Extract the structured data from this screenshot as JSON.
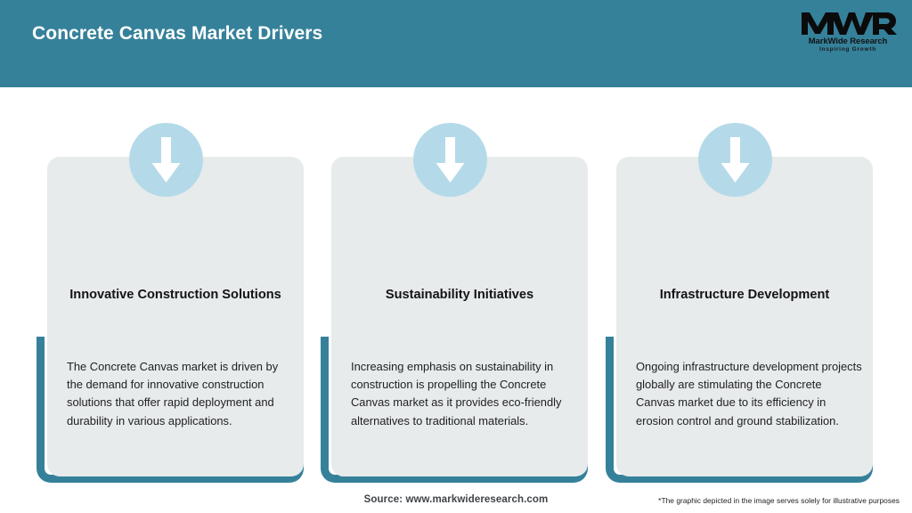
{
  "header": {
    "title": "Concrete Canvas Market Drivers",
    "background_color": "#35819A",
    "title_color": "#FFFFFF"
  },
  "logo": {
    "mark": "MWR",
    "name": "MarkWide Research",
    "tagline": "Inspiring Growth"
  },
  "theme": {
    "accent_teal": "#35819A",
    "card_fill": "#E7EBEC",
    "icon_circle": "#B4DAE9",
    "arrow_color": "#FFFFFF",
    "title_color": "#141414",
    "body_color": "#222222"
  },
  "cards": [
    {
      "icon": "down-arrow-icon",
      "title": "Innovative Construction Solutions",
      "body": "The Concrete Canvas market is driven by the demand for innovative construction solutions that offer rapid deployment and durability in various applications."
    },
    {
      "icon": "down-arrow-icon",
      "title": "Sustainability Initiatives",
      "body": "Increasing emphasis on sustainability in construction is propelling the Concrete Canvas market as it provides eco-friendly alternatives to traditional materials."
    },
    {
      "icon": "down-arrow-icon",
      "title": "Infrastructure Development",
      "body": "Ongoing infrastructure development projects globally are stimulating the Concrete Canvas market due to its efficiency in erosion control and ground stabilization."
    }
  ],
  "footer": {
    "source": "Source: www.markwideresearch.com",
    "disclaimer": "*The graphic depicted in the image serves solely for illustrative purposes"
  }
}
